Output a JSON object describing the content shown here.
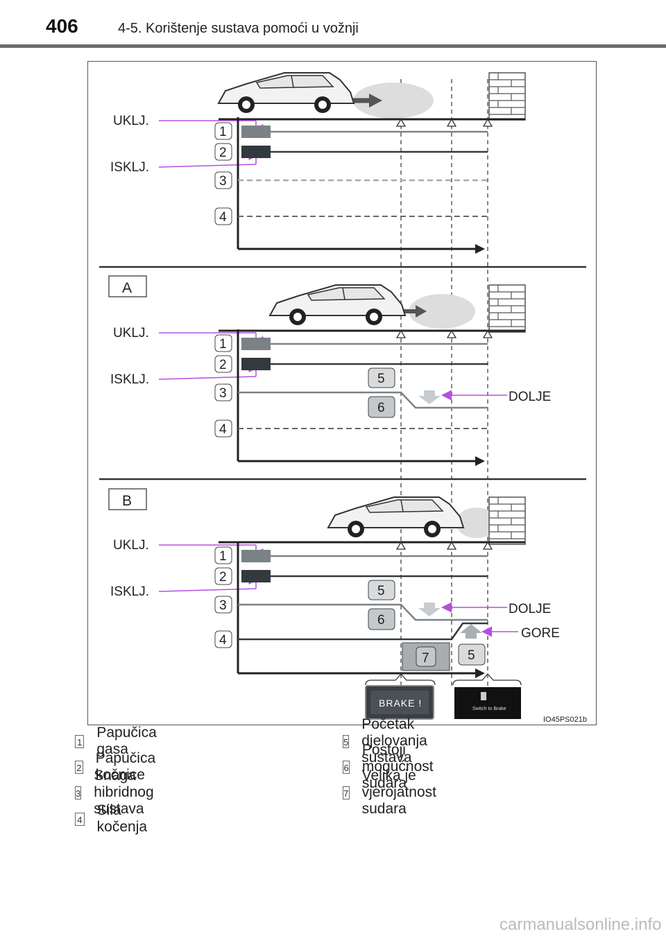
{
  "header": {
    "page_number": "406",
    "section_title": "4-5. Korištenje sustava pomoći u vožnji"
  },
  "figure": {
    "label_on": "UKLJ.",
    "label_off": "ISKLJ.",
    "label_down": "DOLJE",
    "label_up": "GORE",
    "panel_a": "A",
    "panel_b": "B",
    "brake_warning": "BRAKE !",
    "switch_to_brake": "Switch to Brake",
    "figure_code": "IO45PS021b",
    "nums": [
      "1",
      "2",
      "3",
      "4",
      "5",
      "6",
      "7"
    ]
  },
  "legend": [
    {
      "num": "1",
      "text": "Papučica gasa"
    },
    {
      "num": "2",
      "text": "Papučica kočnice"
    },
    {
      "num": "3",
      "text": "Snaga hibridnog sustava"
    },
    {
      "num": "4",
      "text": "Sila kočenja"
    },
    {
      "num": "5",
      "text": "Početak djelovanja sustava"
    },
    {
      "num": "6",
      "text": "Postoji mogućnost sudara"
    },
    {
      "num": "7",
      "text": "Velika je vjerojatnost sudara"
    }
  ],
  "watermark": "carmanualsonline.info",
  "colors": {
    "accent": "#b84ee0",
    "line": "#7a8286",
    "dark": "#333a3e"
  }
}
